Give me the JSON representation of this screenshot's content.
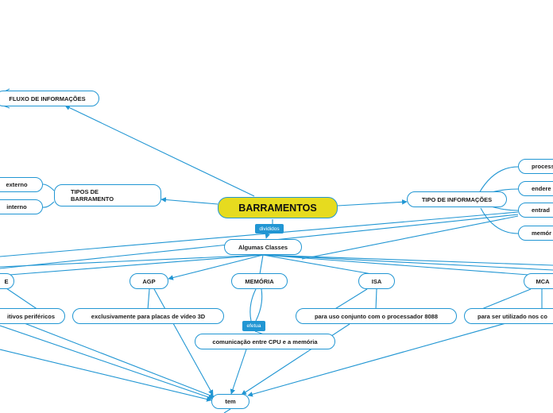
{
  "central": "BARRAMENTOS",
  "links": {
    "divididos": "divididos",
    "efetua": "efetua"
  },
  "nodes": {
    "fluxo": "FLUXO DE INFORMAÇÕES",
    "tipos_barramento": "TIPOS DE BARRAMENTO",
    "externo": "externo",
    "interno": "interno",
    "tipo_informacoes": "TIPO DE INFORMAÇÕES",
    "processador": "process",
    "endereco": "endere",
    "entrada": "entrad",
    "memoria_right": "memór",
    "algumas_classes": "Algumas Classes",
    "class_e": "E",
    "agp": "AGP",
    "memoria": "MEMÓRIA",
    "isa": "ISA",
    "mca": "MCA",
    "dispositivos": "itivos periféricos",
    "agp_desc": "exclusivamente para placas de vídeo 3D",
    "isa_desc": "para uso conjunto com o processador 8088",
    "mca_desc": "para ser utilizado nos co",
    "comunicacao": "comunicação entre CPU e a memória",
    "tem": "tem"
  },
  "colors": {
    "line": "#2196d3",
    "central_fill": "#e6db1f",
    "tag_fill": "#2196d3"
  }
}
